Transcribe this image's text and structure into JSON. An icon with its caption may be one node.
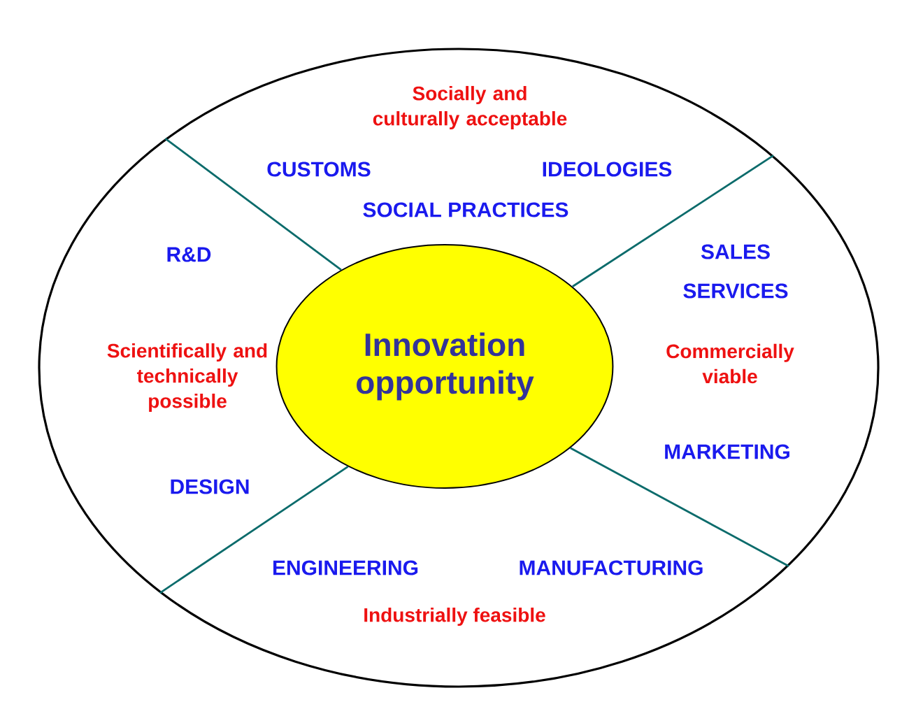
{
  "diagram": {
    "nodes": [
      {
        "text": [],
        "shape": "ellipse"
      },
      {
        "text": [
          "Innovation opportunity"
        ],
        "in": 0
      }
    ],
    "edges": [
      {
        "from": 1,
        "to": 0,
        "arrow": "none"
      },
      {
        "from": 1,
        "to": 0,
        "arrow": "none"
      },
      {
        "from": 1,
        "to": 0,
        "arrow": "none"
      },
      {
        "from": 1,
        "to": 0,
        "arrow": "none"
      }
    ],
    "labels": [
      "Socially and culturally acceptable",
      "CUSTOMS",
      "IDEOLOGIES",
      "SOCIAL PRACTICES",
      "R&D",
      "SALES",
      "SERVICES",
      "Scientifically and technically possible",
      "Commercially viable",
      "MARKETING",
      "DESIGN",
      "ENGINEERING",
      "MANUFACTURING",
      "Industrially feasible"
    ]
  }
}
